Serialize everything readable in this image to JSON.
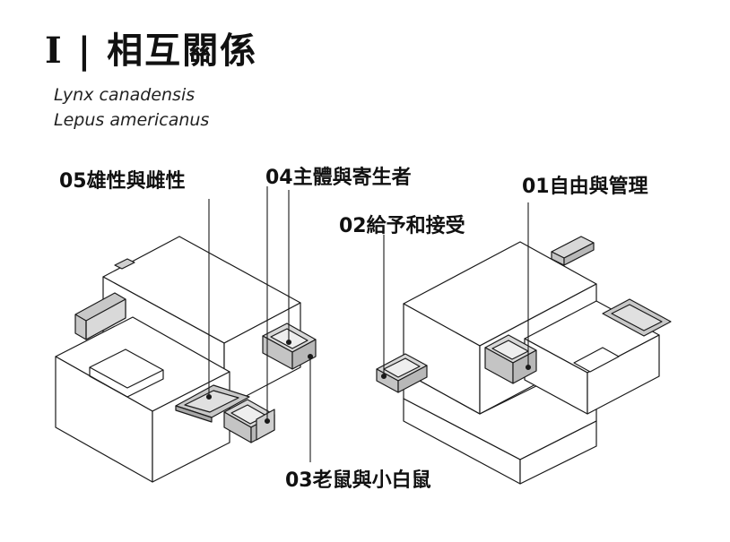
{
  "title": "I | 相互關係",
  "species": [
    "Lynx canadensis",
    "Lepus americanus"
  ],
  "labels": {
    "l05": "05雄性與雌性",
    "l04": "04主體與寄生者",
    "l02": "02給予和接受",
    "l01": "01自由與管理",
    "l03": "03老鼠與小白鼠"
  },
  "colors": {
    "line": "#1a1a1a",
    "fill": "#ffffff",
    "accent": "#c8c8c8"
  }
}
